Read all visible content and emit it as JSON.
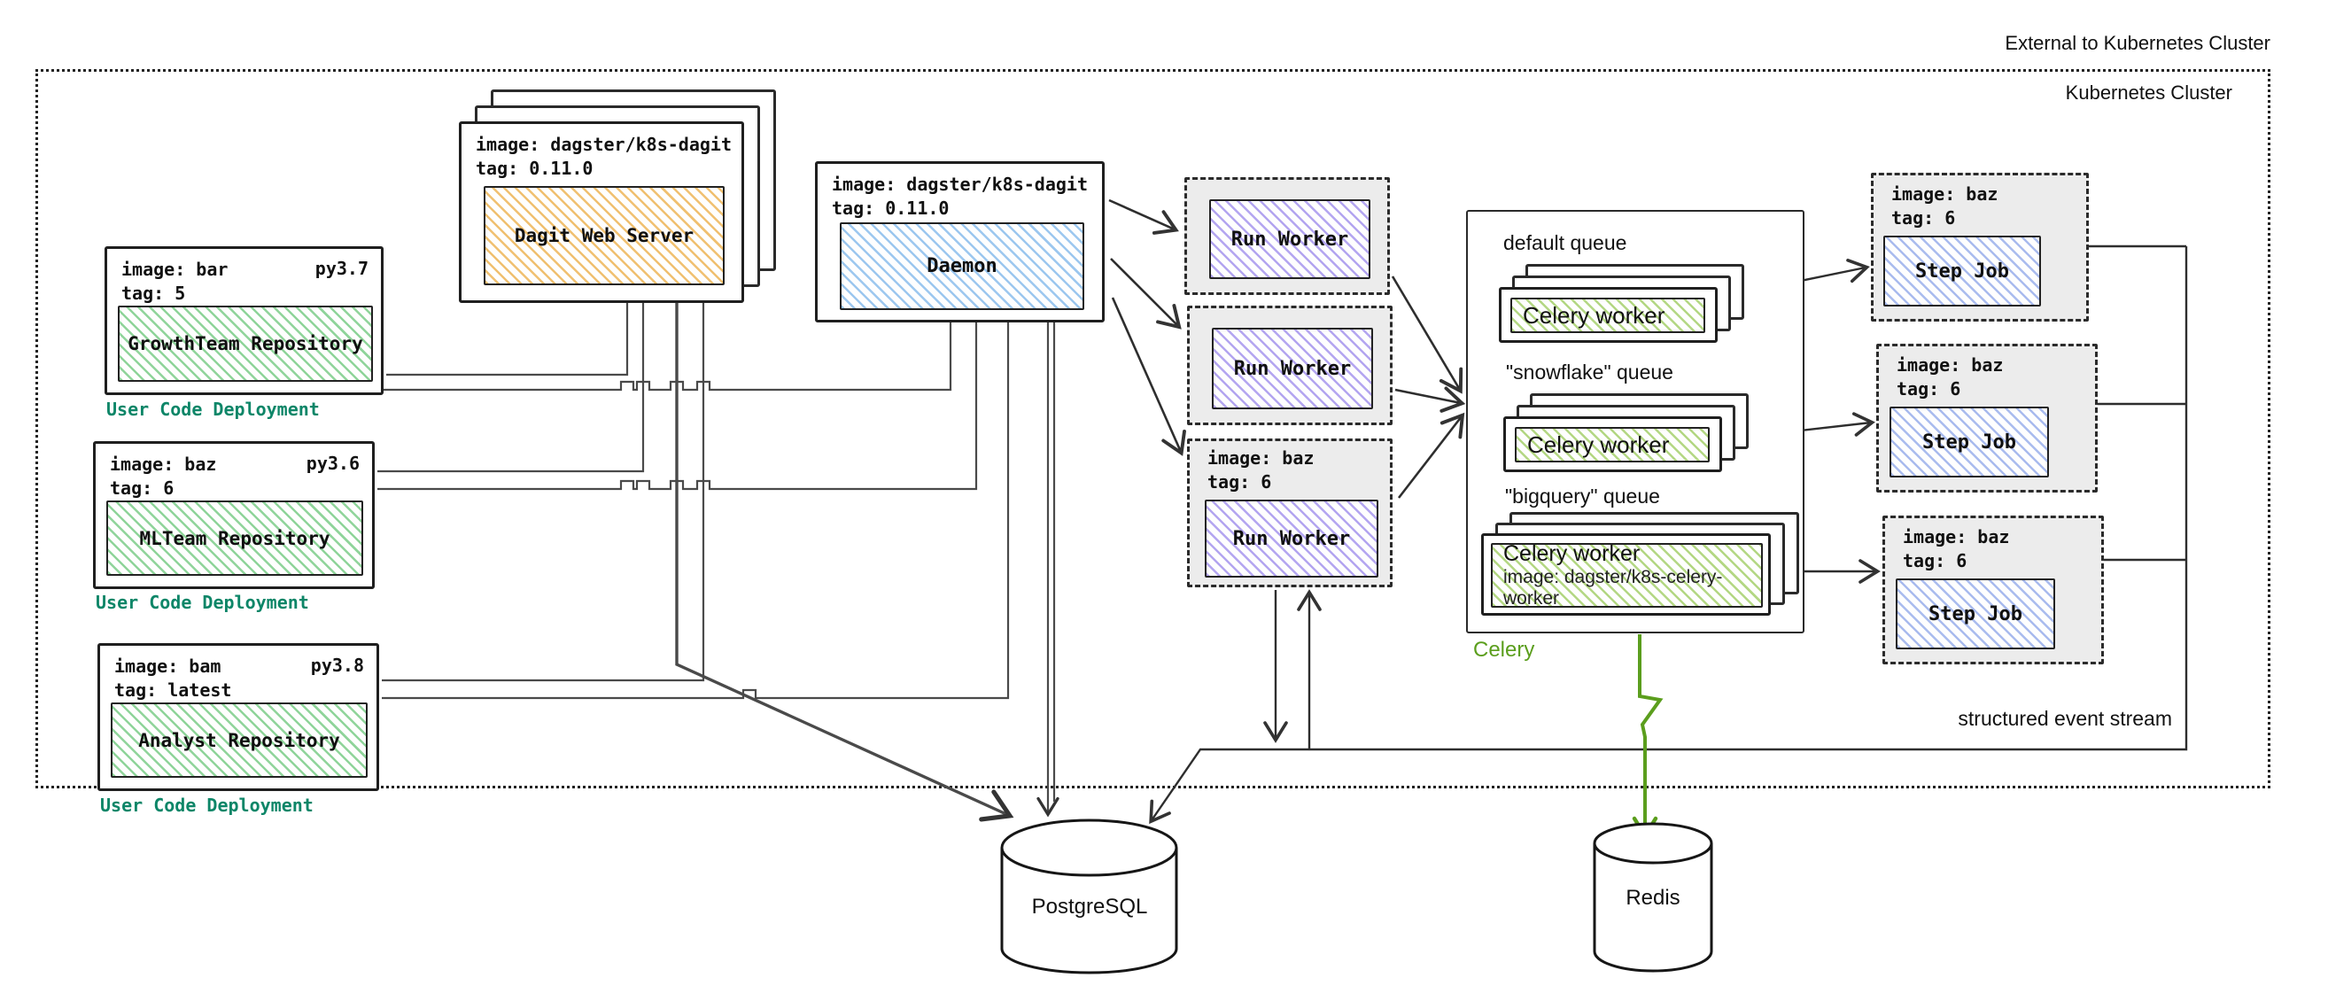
{
  "cluster": {
    "external_label": "External to Kubernetes Cluster",
    "internal_label": "Kubernetes Cluster"
  },
  "user_code_deployments": [
    {
      "image": "image: bar",
      "tag": "tag: 5",
      "py": "py3.7",
      "name": "GrowthTeam Repository",
      "caption": "User Code Deployment"
    },
    {
      "image": "image: baz",
      "tag": "tag: 6",
      "py": "py3.6",
      "name": "MLTeam Repository",
      "caption": "User Code Deployment"
    },
    {
      "image": "image: bam",
      "tag": "tag: latest",
      "py": "py3.8",
      "name": "Analyst Repository",
      "caption": "User Code Deployment"
    }
  ],
  "dagit": {
    "image": "image: dagster/k8s-dagit",
    "tag": "tag: 0.11.0",
    "label": "Dagit Web Server"
  },
  "daemon": {
    "image": "image: dagster/k8s-dagit",
    "tag": "tag: 0.11.0",
    "label": "Daemon"
  },
  "run_workers": [
    {
      "label": "Run Worker"
    },
    {
      "label": "Run Worker"
    },
    {
      "image": "image: baz",
      "tag": "tag: 6",
      "label": "Run Worker"
    }
  ],
  "celery": {
    "caption": "Celery",
    "queues": [
      {
        "label": "default queue",
        "worker": "Celery worker"
      },
      {
        "label": "\"snowflake\" queue",
        "worker": "Celery worker"
      },
      {
        "label": "\"bigquery\" queue",
        "worker": "Celery worker",
        "worker_image": "image: dagster/k8s-celery-worker"
      }
    ]
  },
  "step_jobs": [
    {
      "image": "image: baz",
      "tag": "tag: 6",
      "label": "Step Job"
    },
    {
      "image": "image: baz",
      "tag": "tag: 6",
      "label": "Step Job"
    },
    {
      "image": "image: baz",
      "tag": "tag: 6",
      "label": "Step Job"
    }
  ],
  "databases": {
    "postgres": "PostgreSQL",
    "redis": "Redis"
  },
  "annotations": {
    "event_stream": "structured event stream"
  },
  "colors": {
    "repo_green": "#8fd49a",
    "dagit_orange": "#f0c070",
    "daemon_blue": "#9cc7ef",
    "run_worker_purple": "#b3a5f0",
    "step_job_blue": "#a9bbee",
    "celery_worker_green": "#b3d783",
    "caption_teal": "#0d8668",
    "celery_green": "#5b9e1d"
  }
}
